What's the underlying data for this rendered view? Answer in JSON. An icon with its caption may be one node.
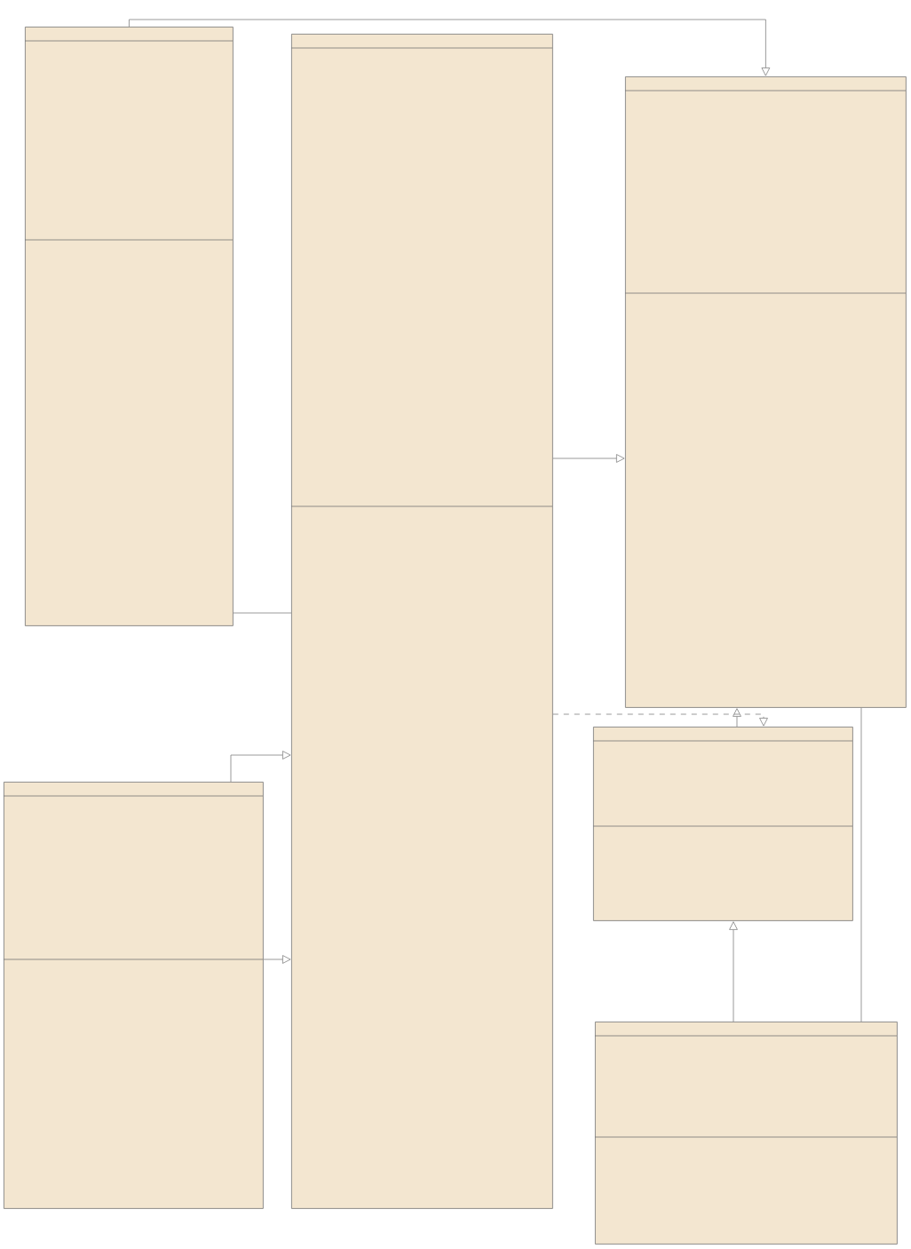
{
  "diagram": {
    "nodes": [
      {
        "text": [],
        "shape": "box"
      },
      {
        "text": [],
        "shape": "box"
      },
      {
        "text": [],
        "shape": "box"
      },
      {
        "text": [],
        "shape": "box"
      },
      {
        "text": [],
        "shape": "box"
      },
      {
        "text": [],
        "shape": "box"
      }
    ],
    "edges": [
      {
        "from": 0,
        "to": 2,
        "arrow": "to"
      },
      {
        "from": 1,
        "to": 2,
        "arrow": "to"
      },
      {
        "from": 1,
        "to": 0,
        "arrow": "none"
      },
      {
        "from": 3,
        "to": 1,
        "arrow": "to"
      },
      {
        "from": 3,
        "to": 1,
        "arrow": "to"
      },
      {
        "from": 4,
        "to": 2,
        "arrow": "to"
      },
      {
        "from": 1,
        "to": 4,
        "arrow": "to",
        "style": "dashed"
      },
      {
        "from": 5,
        "to": 4,
        "arrow": "to"
      },
      {
        "from": 5,
        "to": 2,
        "arrow": "none"
      }
    ]
  }
}
